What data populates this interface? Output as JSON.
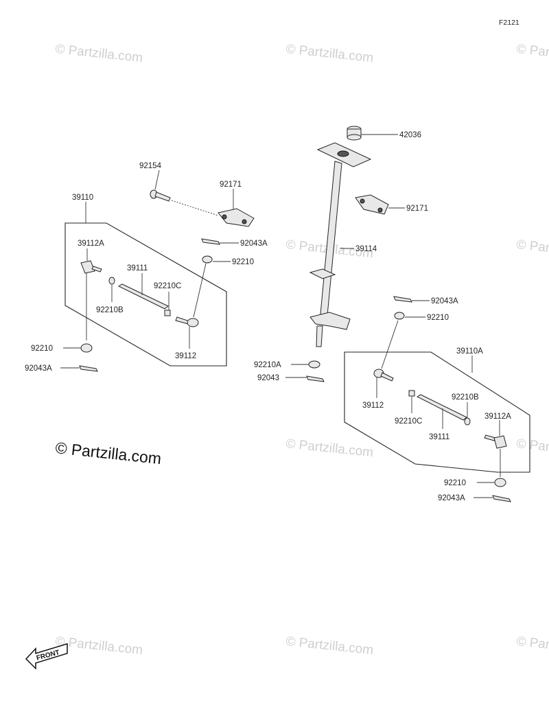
{
  "diagram_code": "F2121",
  "watermark_text": "© Partzilla.com",
  "front_label": "FRONT",
  "parts": {
    "p42036": "42036",
    "p92171_right": "92171",
    "p39114": "39114",
    "p92043A_right": "92043A",
    "p92210_right_top": "92210",
    "p39110A": "39110A",
    "p39112_right": "39112",
    "p92210B_right": "92210B",
    "p39112A_right": "39112A",
    "p92210C_right": "92210C",
    "p39111_right": "39111",
    "p92210_right_bottom": "92210",
    "p92043A_right_bottom": "92043A",
    "p92210A": "92210A",
    "p92043": "92043",
    "p92154": "92154",
    "p92171_left": "92171",
    "p39110": "39110",
    "p92043A_left_top": "92043A",
    "p39112A_left": "39112A",
    "p92210_left_top": "92210",
    "p39111_left": "39111",
    "p92210C_left": "92210C",
    "p92210B_left": "92210B",
    "p92210_left_bottom": "92210",
    "p92043A_left_bottom": "92043A",
    "p39112_left": "39112"
  }
}
